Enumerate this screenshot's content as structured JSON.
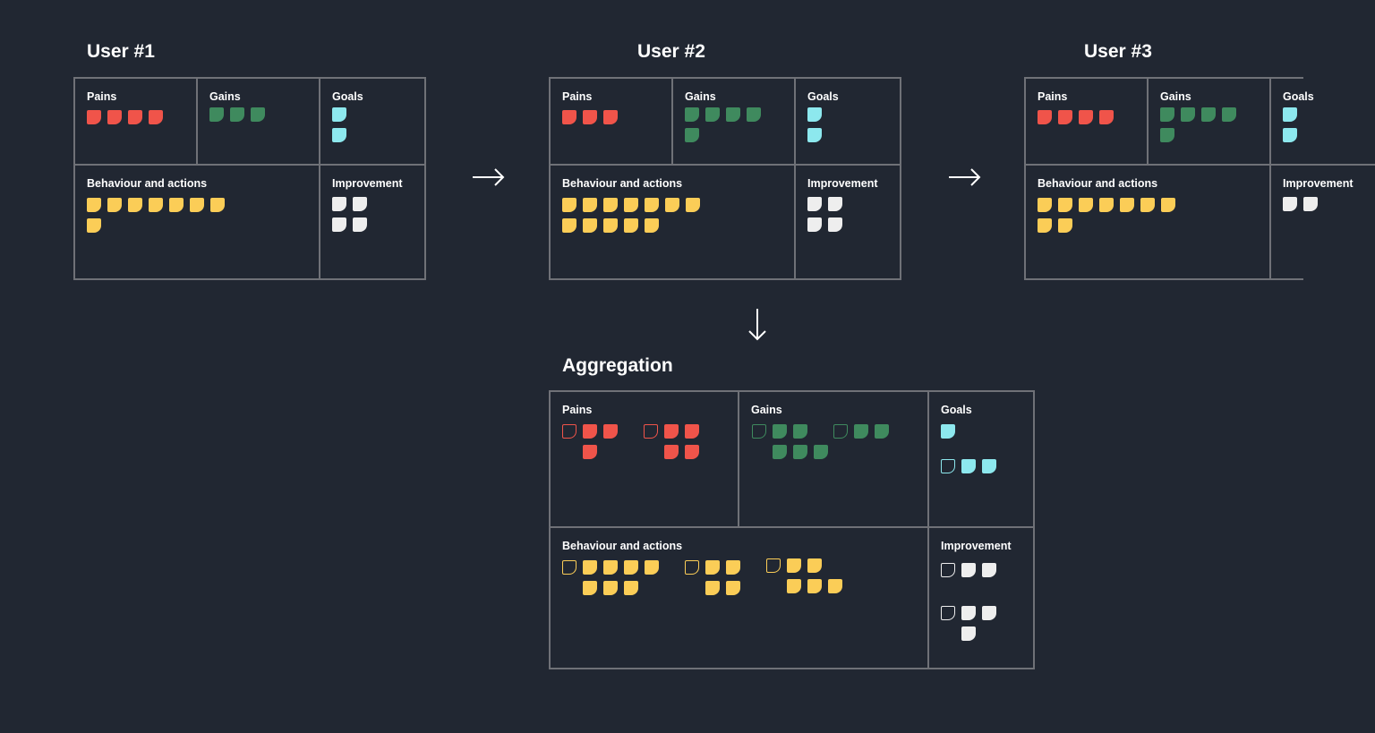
{
  "titles": {
    "user1": "User #1",
    "user2": "User #2",
    "user3": "User #3",
    "aggregation": "Aggregation"
  },
  "labels": {
    "pains": "Pains",
    "gains": "Gains",
    "goals": "Goals",
    "behaviour": "Behaviour and actions",
    "improvement": "Improvement"
  },
  "colors": {
    "background": "#212732",
    "grid_line": "#6f7177",
    "pains": "#f0544a",
    "gains": "#3f8a5e",
    "goals": "#8de8ee",
    "behaviour": "#fbcd57",
    "improvement": "#eeeeee"
  },
  "counts": {
    "user1": {
      "pains": 4,
      "gains": 3,
      "goals": 2,
      "behaviour": 8,
      "improvement": 4
    },
    "user2": {
      "pains": 3,
      "gains": 5,
      "goals": 2,
      "behaviour": 12,
      "improvement": 4
    },
    "user3": {
      "pains": 4,
      "gains": 5,
      "goals": 2,
      "behaviour": 9,
      "improvement": 2
    }
  },
  "aggregation_groups": {
    "pains": [
      3,
      4
    ],
    "gains": [
      5,
      2
    ],
    "goals": [
      1,
      2
    ],
    "behaviour": [
      7,
      4,
      5
    ],
    "improvement": [
      2,
      3
    ]
  },
  "icons": {
    "flow_right": "arrow-right-icon",
    "flow_down": "arrow-down-icon"
  }
}
